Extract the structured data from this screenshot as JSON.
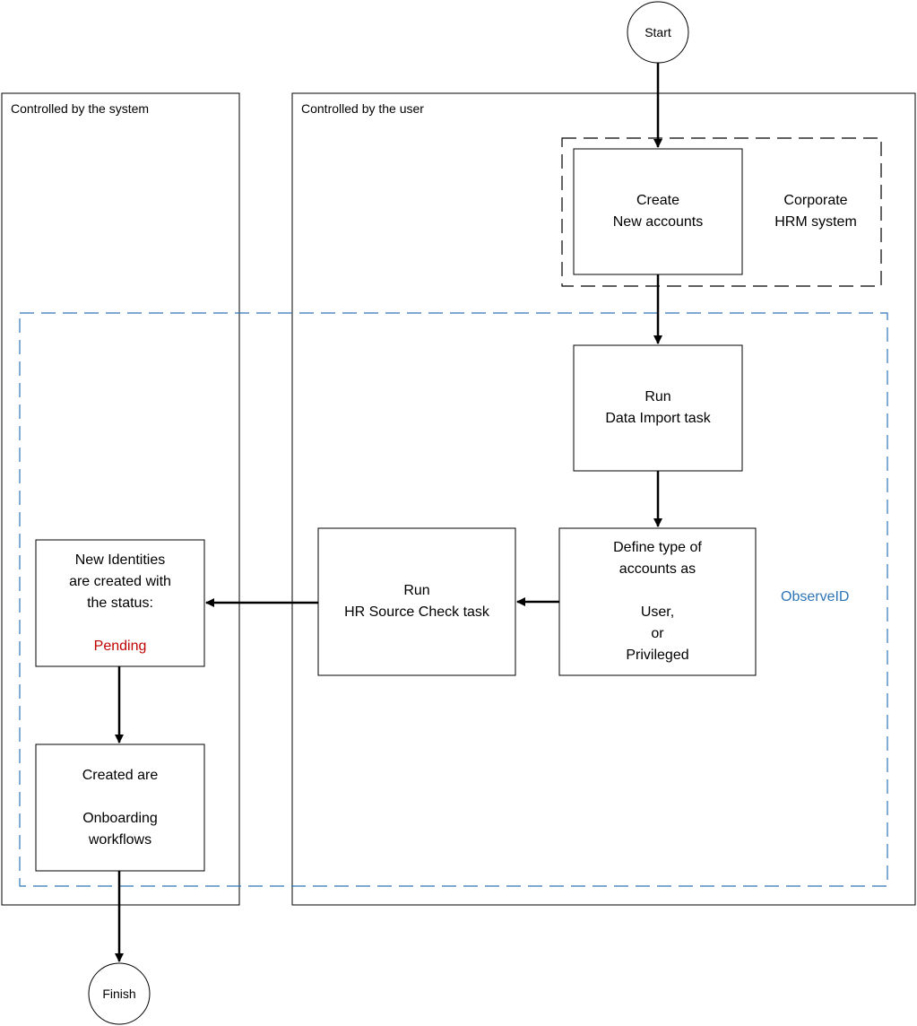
{
  "lanes": {
    "system": {
      "label": "Controlled by the system"
    },
    "user": {
      "label": "Controlled by the user"
    }
  },
  "groups": {
    "hrm": {
      "lines": [
        "Corporate",
        "HRM system"
      ]
    },
    "observeid": {
      "label": "ObserveID",
      "color": "#2e75b6"
    }
  },
  "terminals": {
    "start": {
      "label": "Start"
    },
    "finish": {
      "label": "Finish"
    }
  },
  "nodes": {
    "create_accounts": {
      "lines": [
        "Create",
        "New accounts"
      ]
    },
    "run_import": {
      "lines": [
        "Run",
        "Data Import task"
      ]
    },
    "define_type": {
      "lines": [
        "Define type of",
        "accounts as",
        "",
        "User,",
        "or",
        "Privileged"
      ]
    },
    "run_hr_check": {
      "lines": [
        "Run",
        "HR Source Check task"
      ]
    },
    "new_identities": {
      "lines": [
        "New Identities",
        "are created with",
        "the status:",
        ""
      ],
      "status": "Pending",
      "status_color": "#c00000"
    },
    "created_workflows": {
      "lines": [
        "Created are",
        "",
        "Onboarding",
        "workflows"
      ]
    }
  }
}
